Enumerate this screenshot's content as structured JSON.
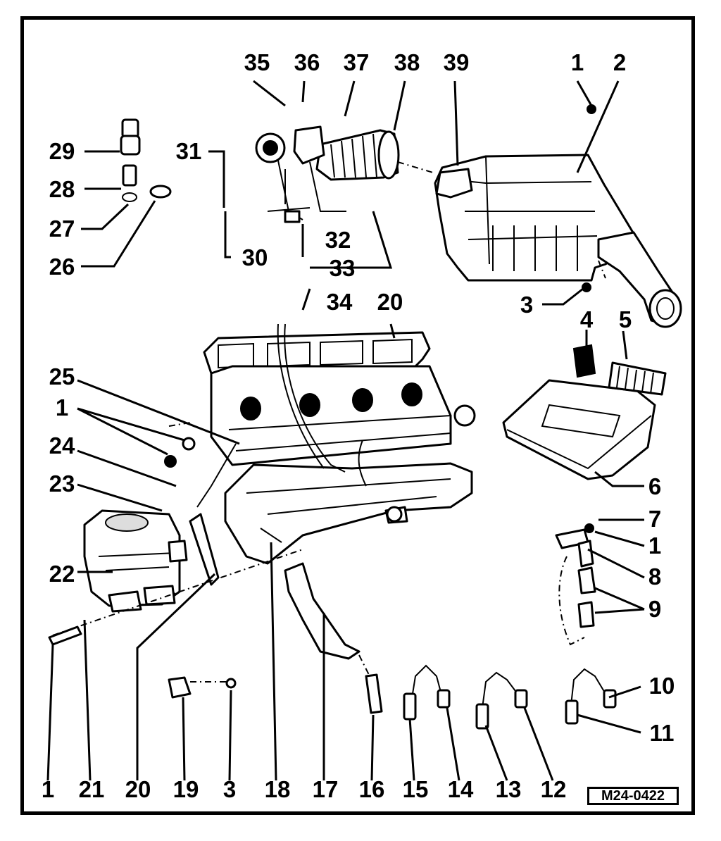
{
  "diagram": {
    "reference_code": "M24-0422",
    "callouts": [
      "35",
      "36",
      "37",
      "38",
      "39",
      "1",
      "2",
      "29",
      "31",
      "28",
      "27",
      "30",
      "32",
      "26",
      "33",
      "3",
      "34",
      "20",
      "4",
      "5",
      "25",
      "1",
      "24",
      "6",
      "23",
      "7",
      "1",
      "22",
      "8",
      "9",
      "10",
      "11",
      "1",
      "21",
      "20",
      "19",
      "3",
      "18",
      "17",
      "16",
      "15",
      "14",
      "13",
      "12"
    ]
  }
}
